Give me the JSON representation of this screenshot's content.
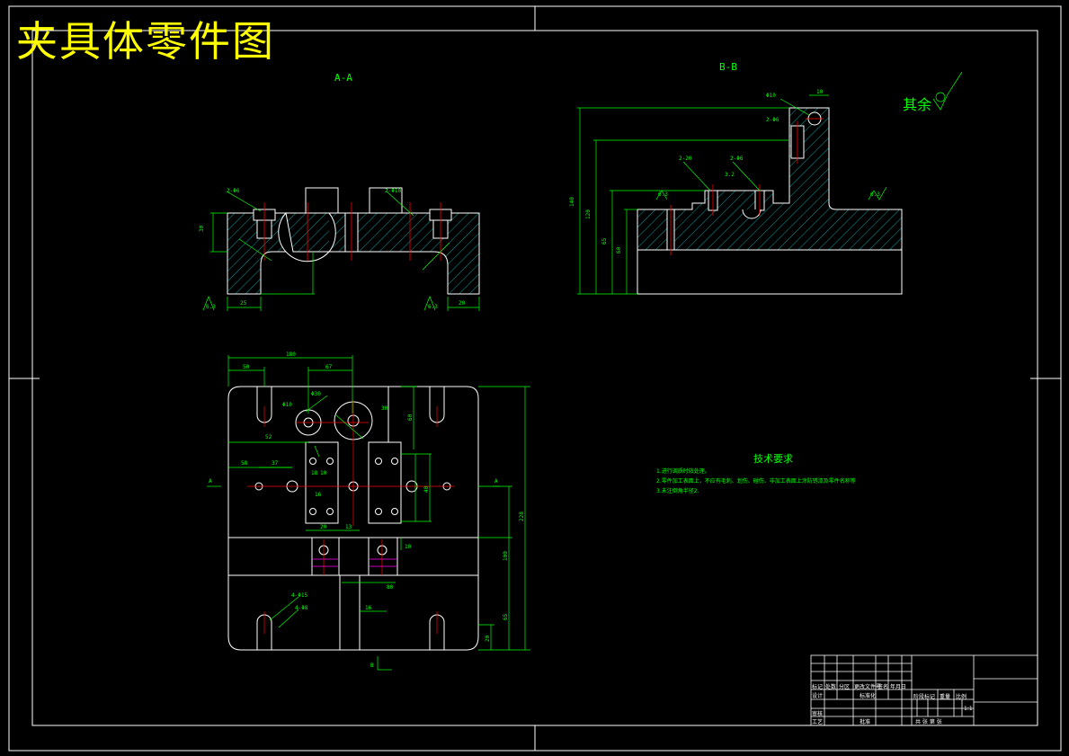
{
  "title": "夹具体零件图",
  "views": {
    "section_a": "A-A",
    "section_b": "B-B"
  },
  "roughness_note": "其余",
  "technical_requirements": {
    "title": "技术要求",
    "items": [
      "1.进行调质时效处理。",
      "2.零件加工表面上，不应有毛刺、划伤、碰伤、非加工表面上涂防锈漆及零件名称等",
      "3.未注倒角半径2."
    ]
  },
  "title_block": {
    "row1": [
      "标记",
      "处数",
      "分区",
      "更改文件号",
      "签名",
      "年月日"
    ],
    "row2": [
      "设计",
      "",
      "标准化"
    ],
    "row3": [
      "审核"
    ],
    "row4": [
      "工艺",
      "",
      "批准"
    ],
    "stage_cols": [
      "阶段标记",
      "重量",
      "比例"
    ],
    "scale": "1:1",
    "sheet": "共 张 第 张"
  },
  "colors": {
    "outline": "#ffffff",
    "dimension": "#00ff00",
    "centerline": "#ff0000",
    "title": "#ffff00",
    "hidden": "#ff00ff"
  }
}
